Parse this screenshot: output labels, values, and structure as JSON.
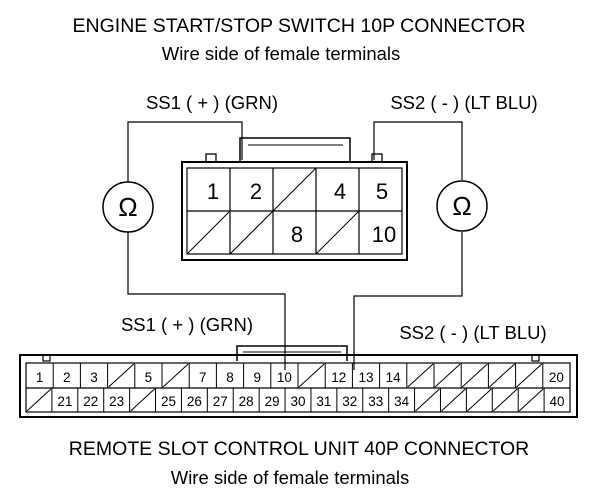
{
  "top": {
    "title": "ENGINE START/STOP SWITCH 10P CONNECTOR",
    "subtitle": "Wire side of female terminals",
    "label_left": "SS1 ( + ) (GRN)",
    "label_right": "SS2 ( - ) (LT BLU)",
    "meter_symbol": "Ω",
    "row1": [
      "1",
      "2",
      "",
      "4",
      "5"
    ],
    "row2": [
      "",
      "",
      "8",
      "",
      "10"
    ]
  },
  "bottom": {
    "title": "REMOTE SLOT CONTROL UNIT 40P CONNECTOR",
    "subtitle": "Wire side of female terminals",
    "label_left": "SS1 ( + ) (GRN)",
    "label_right": "SS2 ( - ) (LT BLU)",
    "row1": [
      "1",
      "2",
      "3",
      "",
      "5",
      "",
      "7",
      "8",
      "9",
      "10",
      "",
      "12",
      "13",
      "14",
      "",
      "",
      "",
      "",
      "",
      "20"
    ],
    "row2": [
      "",
      "21",
      "22",
      "23",
      "",
      "25",
      "26",
      "27",
      "28",
      "29",
      "30",
      "31",
      "32",
      "33",
      "34",
      "",
      "",
      "",
      "",
      "",
      "40"
    ]
  }
}
